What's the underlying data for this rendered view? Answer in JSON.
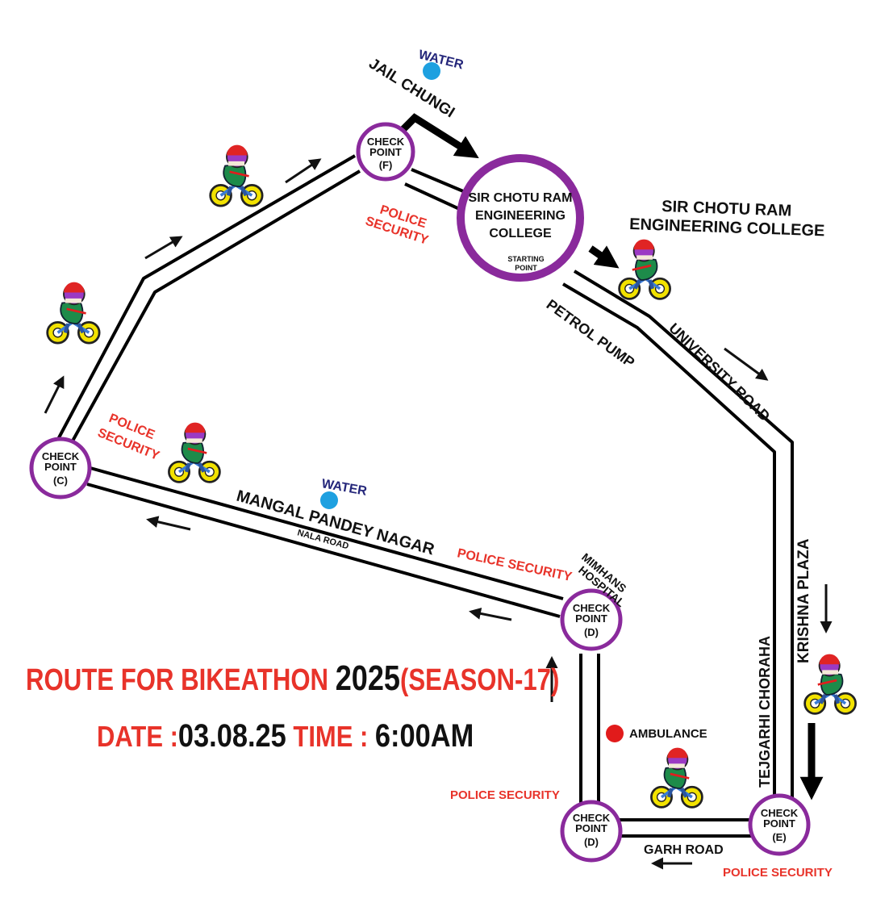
{
  "title": {
    "prefix": "ROUTE FOR BIKEATHON",
    "year": "2025",
    "suffix": "(SEASON-17)"
  },
  "event": {
    "date_label": "DATE :",
    "date_value": "03.08.25",
    "time_label": "TIME :",
    "time_value": "6:00AM"
  },
  "start": {
    "name_line1": "SIR CHOTU RAM",
    "name_line2": "ENGINEERING",
    "name_line3": "COLLEGE",
    "tag_line1": "STARTING",
    "tag_line2": "POINT",
    "outside_line1": "SIR CHOTU RAM",
    "outside_line2": "ENGINEERING COLLEGE"
  },
  "checkpoints": {
    "f": {
      "line1": "CHECK",
      "line2": "POINT",
      "id": "(F)"
    },
    "c": {
      "line1": "CHECK",
      "line2": "POINT",
      "id": "(C)"
    },
    "d_upper": {
      "line1": "CHECK",
      "line2": "POINT",
      "id": "(D)"
    },
    "d_lower": {
      "line1": "CHECK",
      "line2": "POINT",
      "id": "(D)"
    },
    "e": {
      "line1": "CHECK",
      "line2": "POINT",
      "id": "(E)"
    }
  },
  "roads": {
    "jail_chungi": "JAIL CHUNGI",
    "petrol_pump": "PETROL PUMP",
    "university_road": "UNIVERSITY ROAD",
    "krishna_plaza": "KRISHNA PLAZA",
    "tejgarhi_choraha": "TEJGARHI CHORAHA",
    "garh_road": "GARH ROAD",
    "mangal_pandey_nagar": "MANGAL PANDEY NAGAR",
    "nala_road": "NALA ROAD",
    "mimhans_line1": "MIMHANS",
    "mimhans_line2": "HOSPITAL"
  },
  "amenities": {
    "water_top": "WATER",
    "water_mid": "WATER",
    "ambulance": "AMBULANCE"
  },
  "security": {
    "near_f_line1": "POLICE",
    "near_f_line2": "SECURITY",
    "near_c_line1": "POLICE",
    "near_c_line2": "SECURITY",
    "mangal": "POLICE SECURITY",
    "lower_left": "POLICE SECURITY",
    "near_e": "POLICE SECURITY"
  },
  "colors": {
    "checkpoint_ring": "#8a2a9c",
    "security_text": "#e8332a",
    "water_dot": "#1ea0e0",
    "ambulance_dot": "#e11b1b",
    "water_text": "#24267a",
    "title_red": "#e8332a"
  }
}
